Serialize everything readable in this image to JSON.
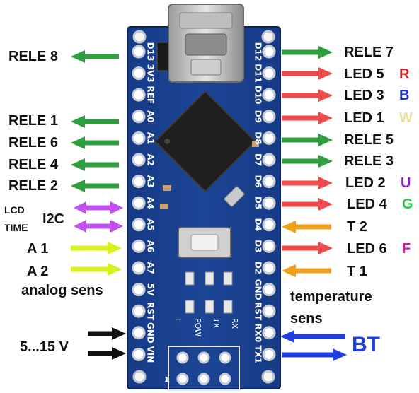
{
  "colors": {
    "board": "#1b3f8e",
    "board_dark": "#0f2a66",
    "pin_pad": "#d9dde4",
    "green_arrow": "#2e9e3e",
    "red_arrow": "#f04a4a",
    "purple_arrow": "#c050f0",
    "yellow_arrow": "#d8f01e",
    "orange_arrow": "#f0a018",
    "black_arrow": "#111111",
    "blue_arrow": "#1f3fe0",
    "letter_R": "#e02020",
    "letter_B": "#1a2ed8",
    "letter_W": "#e8e0a0",
    "letter_U": "#8a1ad8",
    "letter_G": "#20d040",
    "letter_F": "#e010b0"
  },
  "left_labels": {
    "rele8": "RELE 8",
    "rele1": "RELE 1",
    "rele6": "RELE 6",
    "rele4": "RELE 4",
    "rele2": "RELE 2",
    "lcd": "LCD",
    "time": "TIME",
    "i2c": "I2C",
    "a1": "A 1",
    "a2": "A 2",
    "analog_sens": "analog sens",
    "power": "5...15 V"
  },
  "right_labels": {
    "rele7": "RELE 7",
    "led5": "LED 5",
    "led5_letter": "R",
    "led3": "LED 3",
    "led3_letter": "B",
    "led1": "LED 1",
    "led1_letter": "W",
    "rele5": "RELE 5",
    "rele3": "RELE 3",
    "led2": "LED 2",
    "led2_letter": "U",
    "led4": "LED 4",
    "led4_letter": "G",
    "t2": "T 2",
    "led6": "LED 6",
    "led6_letter": "F",
    "t1": "T 1",
    "temperature": "temperature",
    "sens": "sens",
    "bt": "BT"
  },
  "board": {
    "left_pins": [
      "D13",
      "3V3",
      "REF",
      "A0",
      "A1",
      "A2",
      "A3",
      "A4",
      "A5",
      "A6",
      "A7",
      "5V",
      "RST",
      "GND",
      "VIN"
    ],
    "right_pins": [
      "D12",
      "D11",
      "D10",
      "D9",
      "D8",
      "D7",
      "D6",
      "D5",
      "D4",
      "D3",
      "D2",
      "GND",
      "RST",
      "RX0",
      "TX1"
    ],
    "leds": [
      "L",
      "POW",
      "TX",
      "RX"
    ],
    "icsp_marker": "1"
  }
}
